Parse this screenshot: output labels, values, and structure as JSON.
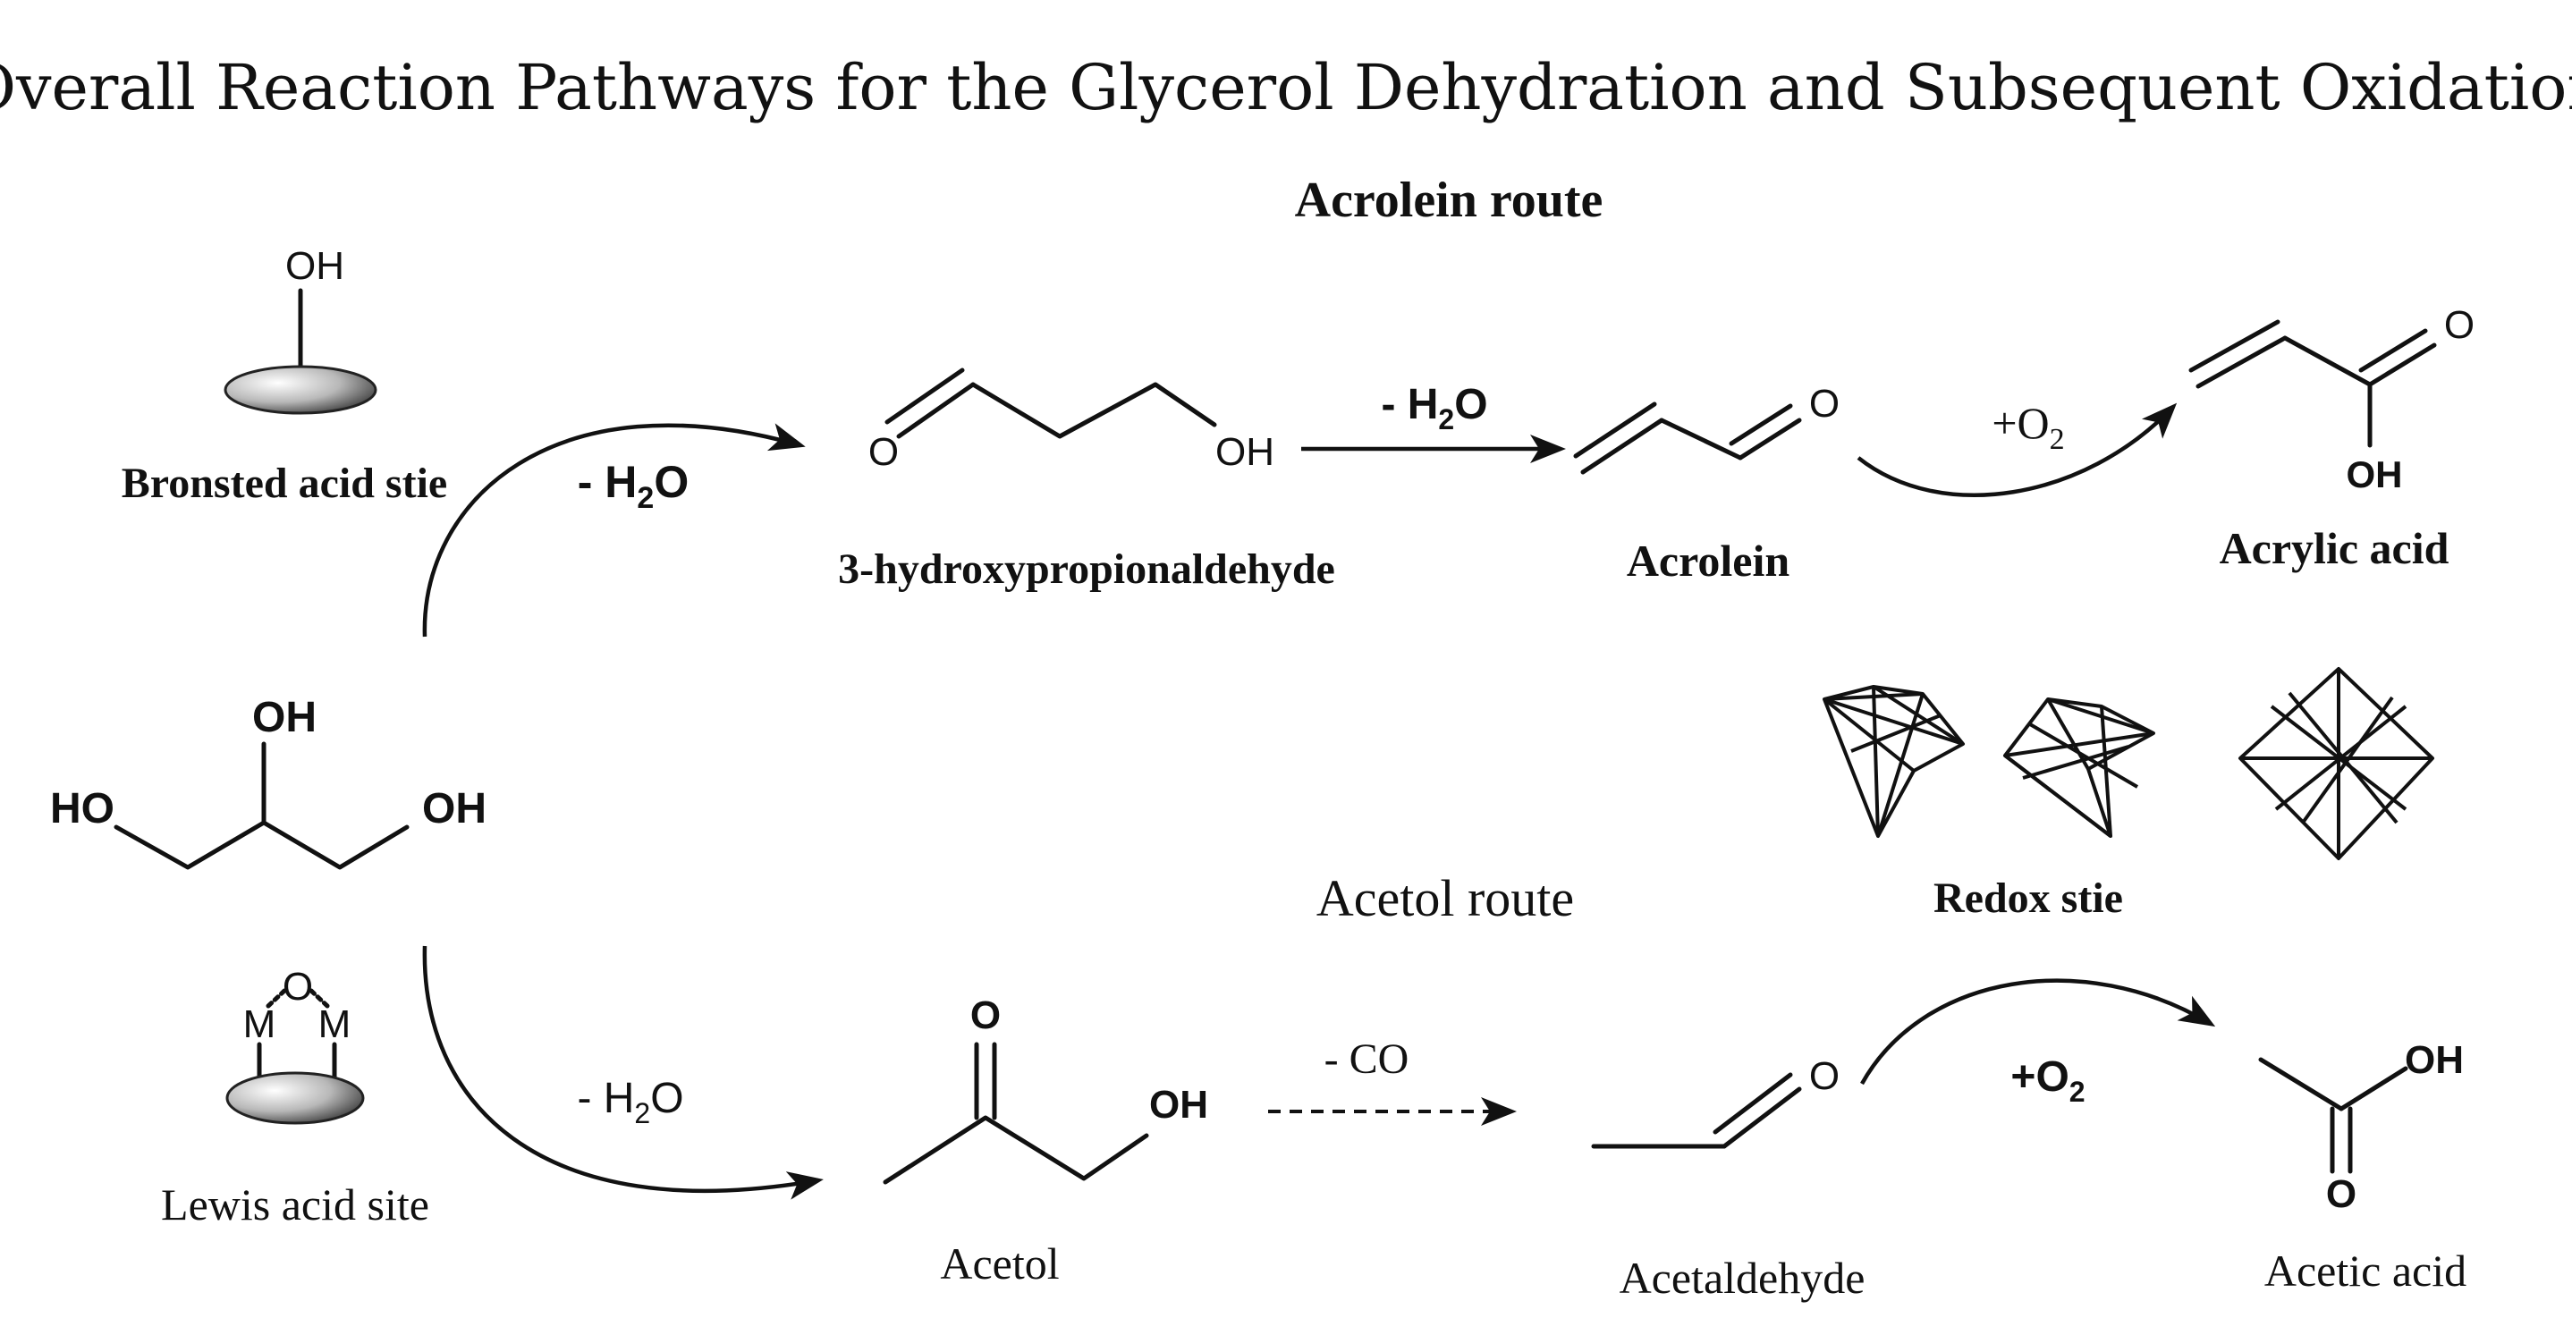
{
  "title": "Overall Reaction Pathways for the Glycerol Dehydration and Subsequent Oxidation",
  "routes": {
    "acrolein": "Acrolein route",
    "acetol": "Acetol route"
  },
  "sites": {
    "bronsted_label": "Bronsted acid stie",
    "bronsted_group": "OH",
    "lewis_label": "Lewis acid site",
    "lewis_o": "O",
    "lewis_m1": "M",
    "lewis_m2": "M",
    "redox_label": "Redox stie"
  },
  "glycerol": {
    "oh_top": "OH",
    "ho_left": "HO",
    "oh_right": "OH"
  },
  "compounds": {
    "hpa": {
      "name": "3-hydroxypropionaldehyde",
      "o": "O",
      "oh": "OH"
    },
    "acrolein": {
      "name": "Acrolein",
      "o": "O"
    },
    "acrylic_acid": {
      "name": "Acrylic acid",
      "o": "O",
      "oh": "OH"
    },
    "acetol": {
      "name": "Acetol",
      "o": "O",
      "oh": "OH"
    },
    "acetaldehyde": {
      "name": "Acetaldehyde",
      "o": "O"
    },
    "acetic_acid": {
      "name": "Acetic acid",
      "o": "O",
      "oh": "OH"
    }
  },
  "arrows": {
    "dehydration_top": {
      "prefix": "- H",
      "sub": "2",
      "suffix": "O"
    },
    "dehydration_hpa": {
      "prefix": "- H",
      "sub": "2",
      "suffix": "O"
    },
    "oxidation_acrolein": {
      "prefix": "+O",
      "sub": "2"
    },
    "dehydration_bottom": {
      "prefix": "- H",
      "sub": "2",
      "suffix": "O"
    },
    "decarbonylation": "- CO",
    "oxidation_acetaldehyde": {
      "prefix": "+O",
      "sub": "2"
    }
  }
}
